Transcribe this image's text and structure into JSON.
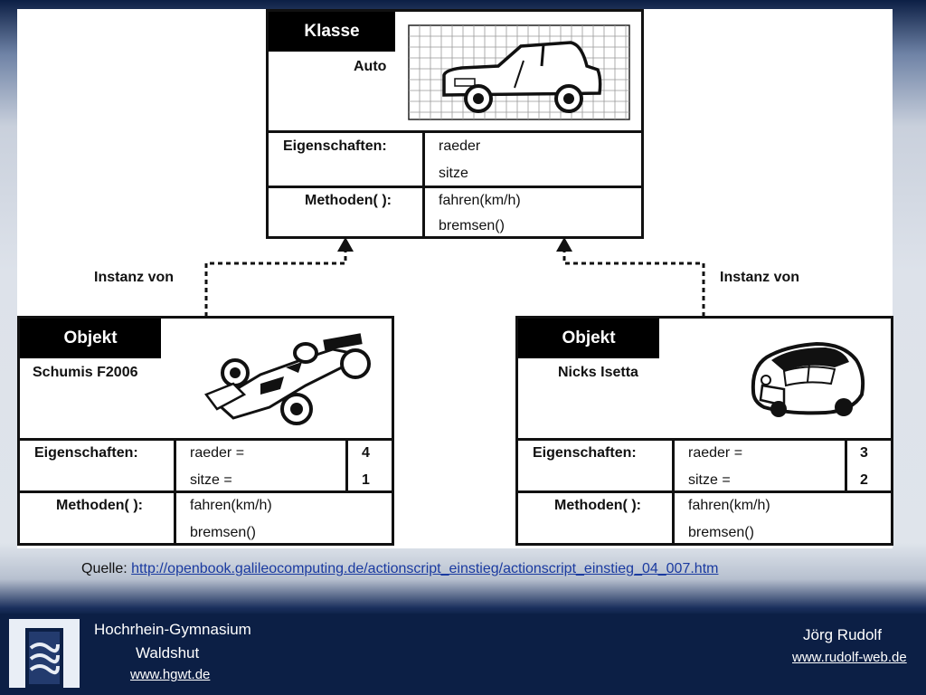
{
  "klasse": {
    "tag": "Klasse",
    "name": "Auto",
    "eigenschaften_label": "Eigenschaften:",
    "methoden_label": "Methoden( ):",
    "props": [
      "raeder",
      "sitze"
    ],
    "methods": [
      "fahren(km/h)",
      "bremsen()"
    ]
  },
  "instanz_label_left": "Instanz von",
  "instanz_label_right": "Instanz von",
  "objekt_left": {
    "tag": "Objekt",
    "name": "Schumis F2006",
    "eigenschaften_label": "Eigenschaften:",
    "methoden_label": "Methoden( ):",
    "props": [
      "raeder =",
      "sitze ="
    ],
    "values": [
      "4",
      "1"
    ],
    "methods": [
      "fahren(km/h)",
      "bremsen()"
    ]
  },
  "objekt_right": {
    "tag": "Objekt",
    "name": "Nicks Isetta",
    "eigenschaften_label": "Eigenschaften:",
    "methoden_label": "Methoden( ):",
    "props": [
      "raeder =",
      "sitze ="
    ],
    "values": [
      "3",
      "2"
    ],
    "methods": [
      "fahren(km/h)",
      "bremsen()"
    ]
  },
  "quelle": {
    "label": "Quelle:",
    "url": "http://openbook.galileocomputing.de/actionscript_einstieg/actionscript_einstieg_04_007.htm"
  },
  "footer": {
    "school": "Hochrhein-Gymnasium",
    "city": "Waldshut",
    "school_url": "www.hgwt.de",
    "author": "Jörg Rudolf",
    "author_url": "www.rudolf-web.de"
  }
}
